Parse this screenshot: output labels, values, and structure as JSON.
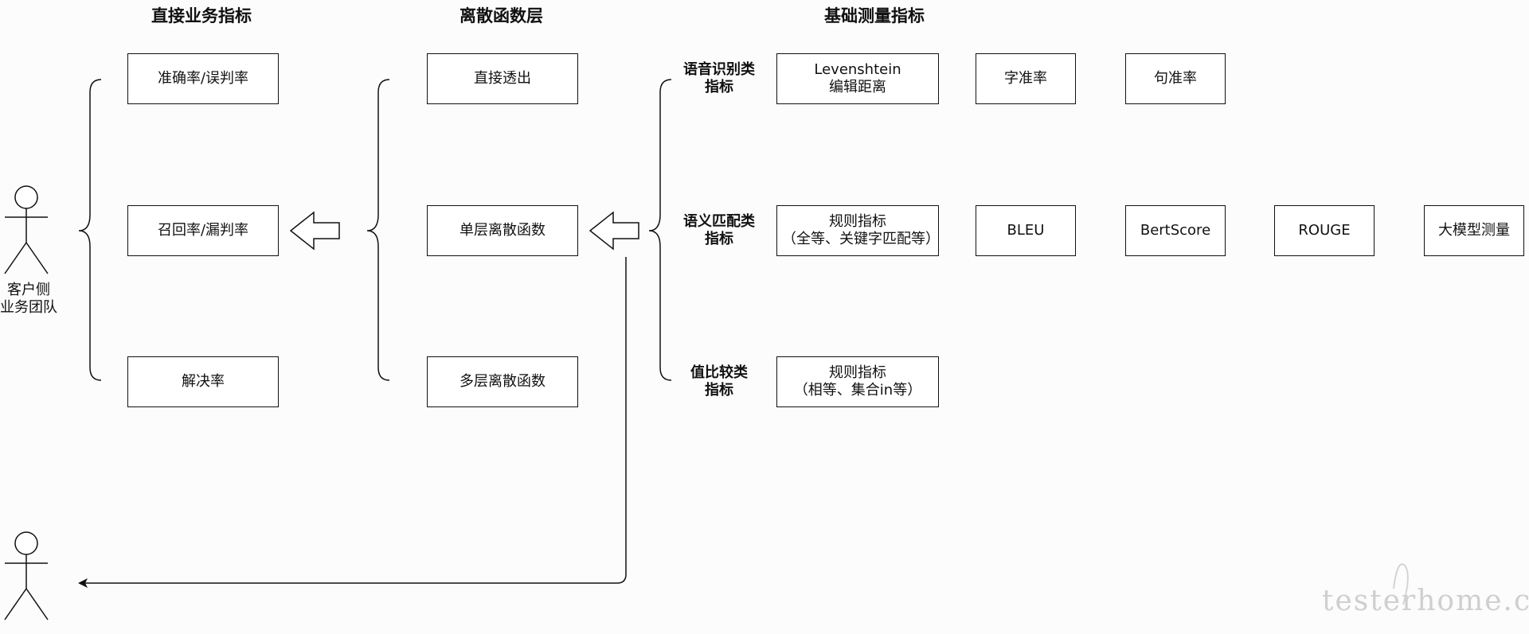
{
  "headers": {
    "business": "直接业务指标",
    "discrete": "离散函数层",
    "measure": "基础测量指标"
  },
  "business_metrics": [
    "准确率/误判率",
    "召回率/漏判率",
    "解决率"
  ],
  "discrete_functions": [
    "直接透出",
    "单层离散函数",
    "多层离散函数"
  ],
  "categories": {
    "speech": "语音识别类\n指标",
    "semantic": "语义匹配类\n指标",
    "value": "值比较类\n指标"
  },
  "speech_metrics": [
    "Levenshtein\n编辑距离",
    "字准率",
    "句准率"
  ],
  "semantic_metrics": [
    "规则指标\n（全等、关键字匹配等）",
    "BLEU",
    "BertScore",
    "ROUGE",
    "大模型测量"
  ],
  "value_metrics": [
    "规则指标\n（相等、集合in等）"
  ],
  "actors": {
    "customer_label": "客户侧\n业务团队"
  },
  "watermark": "testerhome.com",
  "colors": {
    "line": "#111111",
    "box_fill": "#ffffff",
    "background": "#fcfcfc",
    "watermark": "#cfcfcf"
  }
}
